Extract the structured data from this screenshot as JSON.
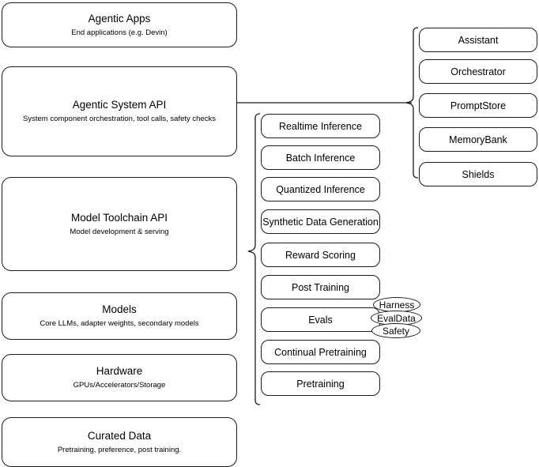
{
  "diagram": {
    "title": "AI Stack Architecture Diagram",
    "stroke_color": "#1a1a1a",
    "background_color": "#ffffff"
  },
  "layers": [
    {
      "id": "agentic-apps",
      "title": "Agentic Apps",
      "subtitle": "End applications (e.g. Devin)"
    },
    {
      "id": "agentic-system-api",
      "title": "Agentic System API",
      "subtitle": "System component orchestration, tool calls, safety checks"
    },
    {
      "id": "model-toolchain-api",
      "title": "Model Toolchain API",
      "subtitle": "Model development & serving"
    },
    {
      "id": "models",
      "title": "Models",
      "subtitle": "Core LLMs, adapter weights, secondary models"
    },
    {
      "id": "hardware",
      "title": "Hardware",
      "subtitle": "GPUs/Accelerators/Storage"
    },
    {
      "id": "curated-data",
      "title": "Curated Data",
      "subtitle": "Pretraining, preference, post training."
    }
  ],
  "toolchain_components": [
    {
      "id": "realtime-inference",
      "label": "Realtime Inference"
    },
    {
      "id": "batch-inference",
      "label": "Batch Inference"
    },
    {
      "id": "quantized-inference",
      "label": "Quantized Inference"
    },
    {
      "id": "synthetic-data-generation",
      "label": "Synthetic Data Generation"
    },
    {
      "id": "reward-scoring",
      "label": "Reward Scoring"
    },
    {
      "id": "post-training",
      "label": "Post Training"
    },
    {
      "id": "evals",
      "label": "Evals"
    },
    {
      "id": "continual-pretraining",
      "label": "Continual Pretraining"
    },
    {
      "id": "pretraining",
      "label": "Pretraining"
    }
  ],
  "eval_badges": [
    {
      "id": "harness",
      "label": "Harness"
    },
    {
      "id": "evaldata",
      "label": "EvalData"
    },
    {
      "id": "safety",
      "label": "Safety"
    }
  ],
  "system_components": [
    {
      "id": "assistant",
      "label": "Assistant"
    },
    {
      "id": "orchestrator",
      "label": "Orchestrator"
    },
    {
      "id": "promptstore",
      "label": "PromptStore"
    },
    {
      "id": "memorybank",
      "label": "MemoryBank"
    },
    {
      "id": "shields",
      "label": "Shields"
    }
  ]
}
